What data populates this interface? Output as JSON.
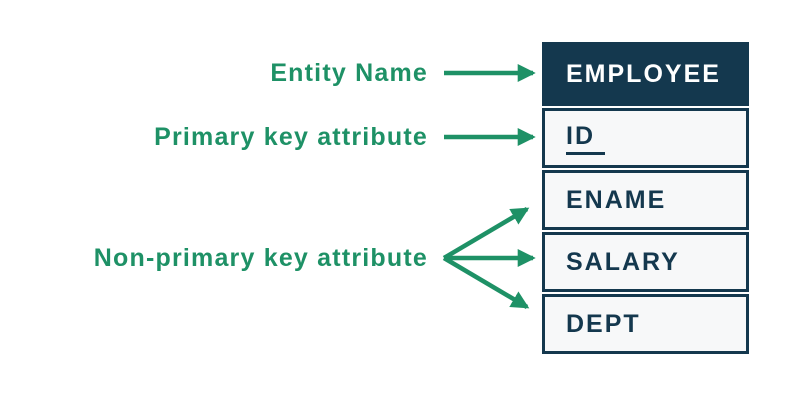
{
  "page": {
    "background": "#ffffff"
  },
  "annotations": {
    "entity_name_label": "Entity Name",
    "primary_key_label": "Primary key attribute",
    "non_primary_key_label": "Non-primary key attribute"
  },
  "entity_table": {
    "header": "EMPLOYEE",
    "primary_key": "ID",
    "attributes": [
      "ENAME",
      "SALARY",
      "DEPT"
    ]
  },
  "colors": {
    "label_green": "#1e9166",
    "table_navy": "#14384e",
    "cell_background": "#f7f8f9",
    "header_text": "#ffffff"
  },
  "arrows": [
    {
      "name": "arrow-entity-name",
      "from": "entity_name_label",
      "to": "header"
    },
    {
      "name": "arrow-primary-key",
      "from": "primary_key_label",
      "to": "primary_key"
    },
    {
      "name": "arrow-non-primary-ename",
      "from": "non_primary_key_label",
      "to": "ENAME"
    },
    {
      "name": "arrow-non-primary-salary",
      "from": "non_primary_key_label",
      "to": "SALARY"
    },
    {
      "name": "arrow-non-primary-dept",
      "from": "non_primary_key_label",
      "to": "DEPT"
    }
  ]
}
